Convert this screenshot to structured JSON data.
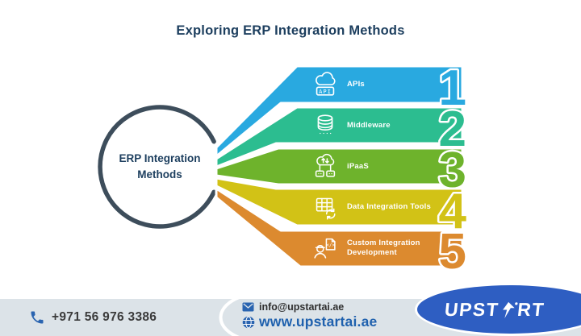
{
  "title": "Exploring ERP Integration Methods",
  "center": {
    "label": "ERP Integration Methods"
  },
  "bands": [
    {
      "number": "1",
      "label": "APIs",
      "color": "#29A9E0",
      "icon": "cloud-api-icon"
    },
    {
      "number": "2",
      "label": "Middleware",
      "color": "#2CBD90",
      "icon": "database-icon"
    },
    {
      "number": "3",
      "label": "iPaaS",
      "color": "#6EB32C",
      "icon": "cloud-sync-icon"
    },
    {
      "number": "4",
      "label": "Data Integration Tools",
      "color": "#D2C216",
      "icon": "table-sync-icon"
    },
    {
      "number": "5",
      "label": "Custom Integration Development",
      "color": "#DC8A2F",
      "icon": "developer-icon"
    }
  ],
  "footer": {
    "phone": {
      "icon": "phone-icon",
      "value": "+971 56 976 3386"
    },
    "email": {
      "icon": "envelope-icon",
      "value": "info@upstartai.ae"
    },
    "website": {
      "icon": "globe-icon",
      "value": "www.upstartai.ae"
    },
    "logo": {
      "left": "UPST",
      "right": "RT",
      "arrow_icon": "arrow-a-icon"
    }
  },
  "colors": {
    "title_text": "#1C3E5E",
    "circle_stroke": "#3D4D5B",
    "footer_bar": "#DCE3E8",
    "contact_icon_blue": "#2A64B0",
    "website_blue": "#1F61AE",
    "logo_pill_blue": "#2E5EC2",
    "phone_text": "#3B3B3B"
  }
}
